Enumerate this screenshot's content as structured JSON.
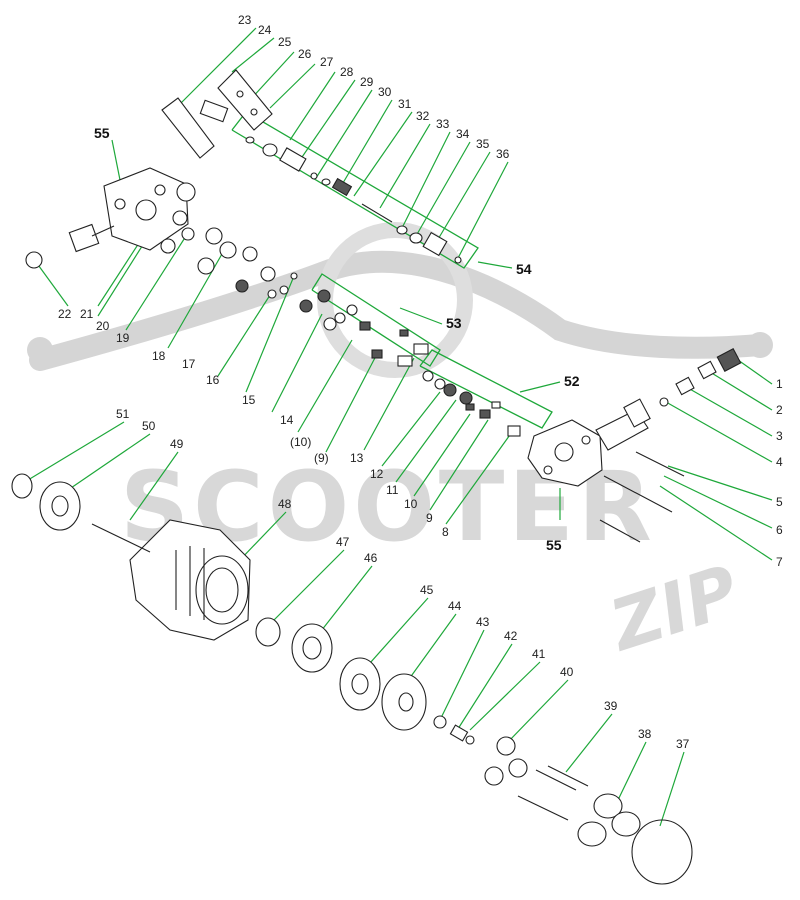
{
  "watermark": {
    "brand": "SCOOTER",
    "suffix": "ZIP",
    "color": "#cfcfcf"
  },
  "colors": {
    "leader": "#1ea83a",
    "ink": "#222222"
  },
  "part_numbers": [
    "1",
    "2",
    "3",
    "4",
    "5",
    "6",
    "7",
    "8",
    "9",
    "(9)",
    "10",
    "(10)",
    "11",
    "12",
    "13",
    "14",
    "15",
    "16",
    "17",
    "18",
    "19",
    "20",
    "21",
    "22",
    "23",
    "24",
    "25",
    "26",
    "27",
    "28",
    "29",
    "30",
    "31",
    "32",
    "33",
    "34",
    "35",
    "36",
    "37",
    "38",
    "39",
    "40",
    "41",
    "42",
    "43",
    "44",
    "45",
    "46",
    "47",
    "48",
    "49",
    "50",
    "51"
  ],
  "assembly_labels": [
    "52",
    "53",
    "54",
    "55",
    "55"
  ]
}
